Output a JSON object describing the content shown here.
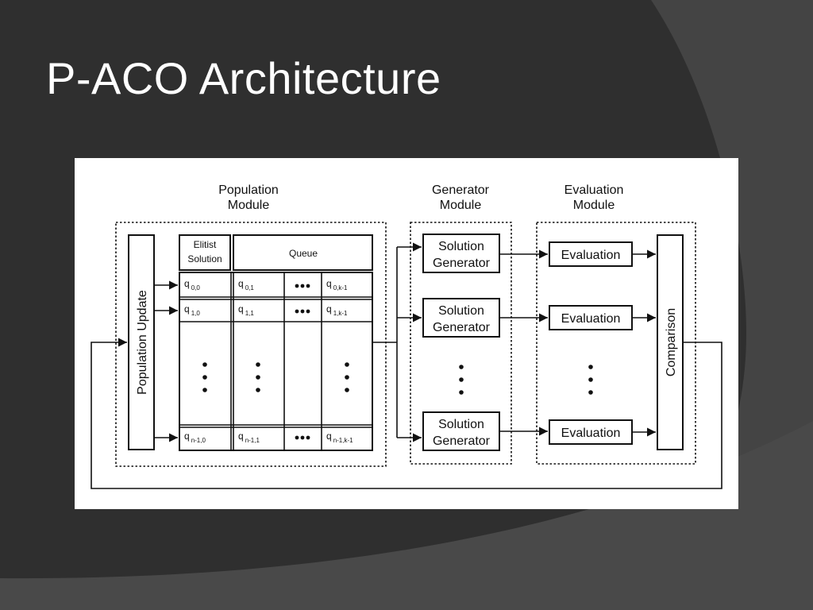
{
  "slide": {
    "title": "P-ACO Architecture",
    "colors": {
      "background": "#2f2f2f",
      "swoosh": "#4a4a4a",
      "title": "#ffffff",
      "diagram_bg": "#ffffff",
      "ink": "#111111"
    }
  },
  "diagram": {
    "population_module": {
      "label_line1": "Population",
      "label_line2": "Module"
    },
    "generator_module": {
      "label_line1": "Generator",
      "label_line2": "Module"
    },
    "evaluation_module": {
      "label_line1": "Evaluation",
      "label_line2": "Module"
    },
    "population_update": "Population Update",
    "elitist": {
      "line1": "Elitist",
      "line2": "Solution"
    },
    "queue": "Queue",
    "cells": {
      "r0": [
        {
          "sym": "q",
          "sub": "0,0"
        },
        {
          "sym": "q",
          "sub": "0,1"
        },
        {
          "sym": "q",
          "sub": "0,k-1"
        }
      ],
      "r1": [
        {
          "sym": "q",
          "sub": "1,0"
        },
        {
          "sym": "q",
          "sub": "1,1"
        },
        {
          "sym": "q",
          "sub": "1,k-1"
        }
      ],
      "r2": [
        {
          "sym": "q",
          "sub": "n-1,0"
        },
        {
          "sym": "q",
          "sub": "n-1,1"
        },
        {
          "sym": "q",
          "sub": "n-1,k-1"
        }
      ]
    },
    "generators": [
      {
        "line1": "Solution",
        "line2": "Generator"
      },
      {
        "line1": "Solution",
        "line2": "Generator"
      },
      {
        "line1": "Solution",
        "line2": "Generator"
      }
    ],
    "evaluations": [
      "Evaluation",
      "Evaluation",
      "Evaluation"
    ],
    "comparison": "Comparison"
  }
}
